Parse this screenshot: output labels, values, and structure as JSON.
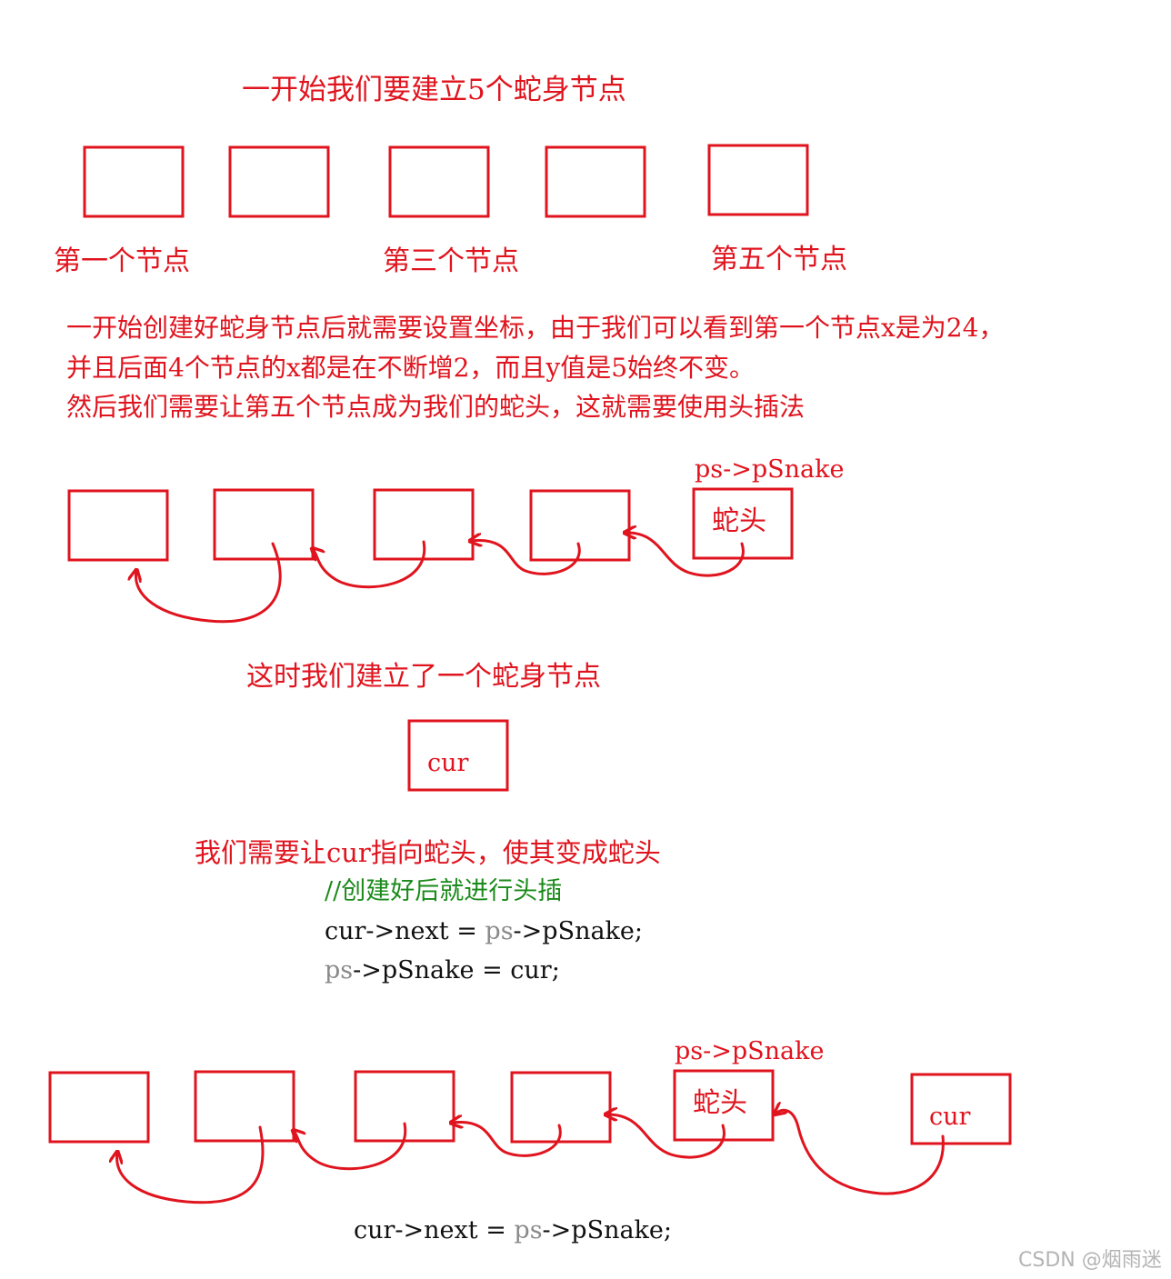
{
  "title": "一开始我们要建立5个蛇身节点",
  "node_labels": {
    "first": "第一个节点",
    "third": "第三个节点",
    "fifth": "第五个节点"
  },
  "description": [
    "一开始创建好蛇身节点后就需要设置坐标，由于我们可以看到第一个节点x是为24，",
    "并且后面4个节点的x都是在不断增2，而且y值是5始终不变。",
    "然后我们需要让第五个节点成为我们的蛇头，这就需要使用头插法"
  ],
  "head_pointer_label": "ps->pSnake",
  "head_label": "蛇头",
  "new_node_caption": "这时我们建立了一个蛇身节点",
  "cur_label": "cur",
  "instruction": "我们需要让cur指向蛇头，使其变成蛇头",
  "code": {
    "comment": "//创建好后就进行头插",
    "line1_parts": [
      "cur->next = ",
      "ps",
      "->pSnake;"
    ],
    "line2_parts": [
      "ps",
      "->pSnake = cur;"
    ],
    "bottom_parts": [
      "cur->next = ",
      "ps",
      "->pSnake;"
    ]
  },
  "watermark": "CSDN @烟雨迷",
  "colors": {
    "annotation": "#e0141e",
    "comment": "#1a8a1a",
    "code": "#111111",
    "code_muted": "#8a8a8a"
  }
}
